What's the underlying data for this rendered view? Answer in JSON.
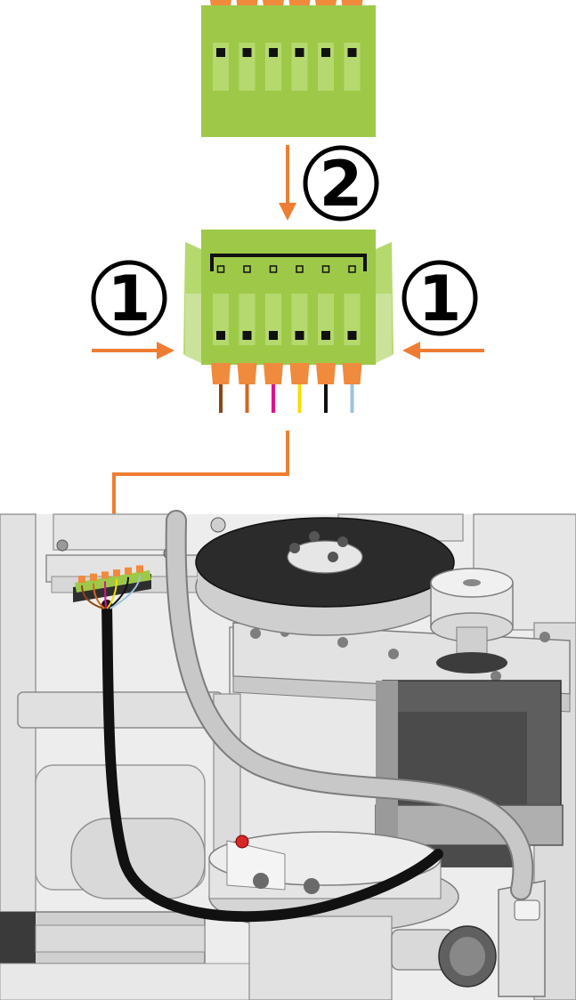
{
  "steps": {
    "one": "1",
    "two": "2"
  },
  "connector": {
    "pin_count": 6,
    "wire_colors": [
      "#8B4513",
      "#D2691E",
      "#E0118C",
      "#F5E000",
      "#111111",
      "#9BC3DC"
    ]
  },
  "colors": {
    "connector_green": "#9EC948",
    "connector_green_light": "#B5D96E",
    "lever_orange": "#F08A3C",
    "arrow_orange": "#EE7D33",
    "cable_black": "#111111",
    "tube_gray": "#BDBDBD",
    "motor_gray": "#5E5E5E",
    "machine_light": "#E9E9E9",
    "machine_mid": "#D3D3D3"
  }
}
